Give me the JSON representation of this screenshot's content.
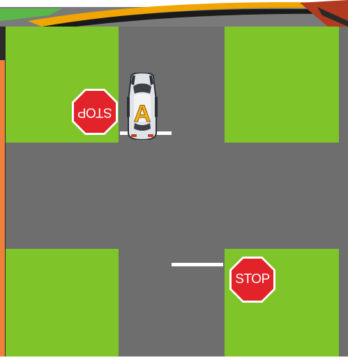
{
  "colors": {
    "grass": "#7fc52a",
    "road": "#6e6e6e",
    "lane_line": "#ffffff",
    "stop_sign": "#e2232a",
    "edge_left": "#f07f3a",
    "edge_dark": "#2b2b2b"
  },
  "intersection": {
    "signs": [
      {
        "text": "STOP",
        "orientation": "upside-down"
      },
      {
        "text": "STOP",
        "orientation": "upright"
      }
    ],
    "car": {
      "label": "A",
      "icon": "car-icon"
    }
  }
}
